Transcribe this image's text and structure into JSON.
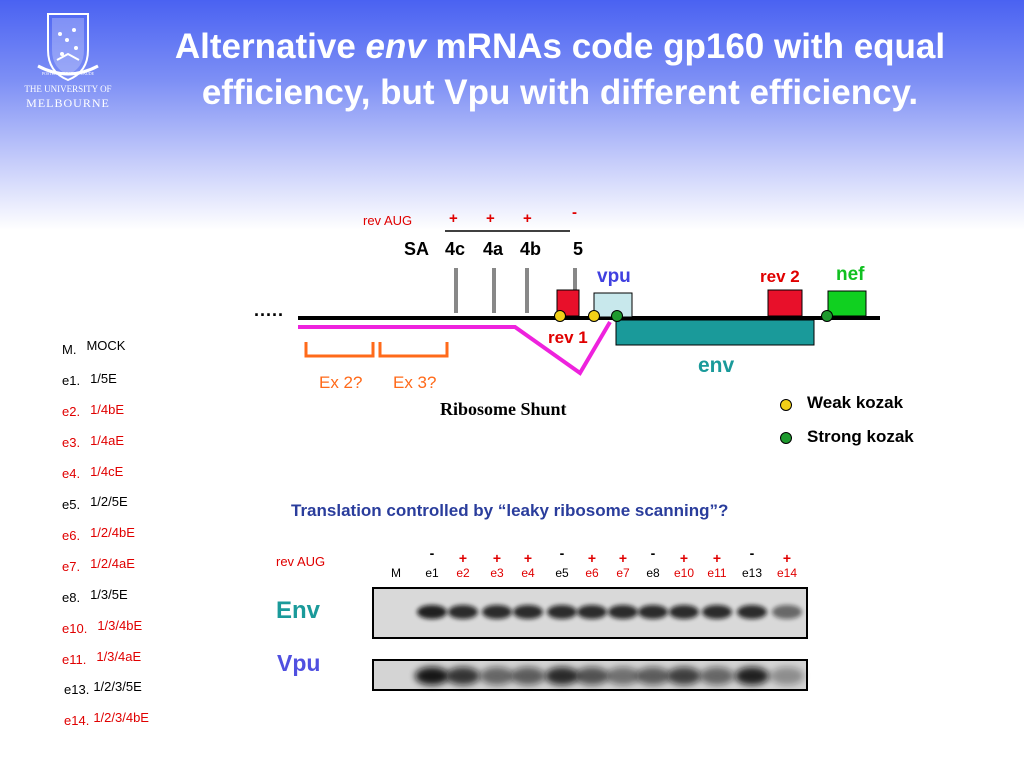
{
  "title": {
    "part1": "Alternative ",
    "part_italic": "env",
    "part2": " mRNAs code gp160 with equal",
    "line2": "efficiency, but Vpu with different efficiency."
  },
  "logo": {
    "line1": "THE UNIVERSITY OF",
    "line2": "MELBOURNE",
    "motto": "POSTERA CRESCAM LAUDE"
  },
  "diagram": {
    "rev_aug_label": "rev AUG",
    "rev_aug_signs": [
      "+",
      "+",
      "+",
      "-"
    ],
    "splice_sites": [
      "SA",
      "4c",
      "4a",
      "4b",
      "5"
    ],
    "dots": ".....",
    "vpu": "vpu",
    "rev2": "rev 2",
    "nef": "nef",
    "rev1": "rev 1",
    "env": "env",
    "ex2": "Ex 2?",
    "ex3": "Ex 3?",
    "ribosome_shunt": "Ribosome Shunt",
    "legend_weak": "Weak kozak",
    "legend_strong": "Strong kozak",
    "colors": {
      "weak_kozak": "#f2d017",
      "strong_kozak": "#1e9a2e",
      "env_box": "#1a9a9a",
      "vpu_box": "#c8e8ec",
      "rev_box": "#e8102a",
      "nef_box": "#10d020",
      "splice_line": "#ee22dd",
      "exon_bracket": "#ff6a1a"
    }
  },
  "samples": [
    {
      "id": "M.",
      "desc": "MOCK",
      "color": "black"
    },
    {
      "id": "e1.",
      "desc": "1/5E",
      "color": "black"
    },
    {
      "id": "e2.",
      "desc": "1/4bE",
      "color": "red"
    },
    {
      "id": "e3.",
      "desc": "1/4aE",
      "color": "red"
    },
    {
      "id": "e4.",
      "desc": "1/4cE",
      "color": "red"
    },
    {
      "id": "e5.",
      "desc": "1/2/5E",
      "color": "black"
    },
    {
      "id": "e6.",
      "desc": "1/2/4bE",
      "color": "red"
    },
    {
      "id": "e7.",
      "desc": "1/2/4aE",
      "color": "red"
    },
    {
      "id": "e8.",
      "desc": "1/3/5E",
      "color": "black"
    },
    {
      "id": "e10.",
      "desc": "1/3/4bE",
      "color": "red"
    },
    {
      "id": "e11.",
      "desc": "1/3/4aE",
      "color": "red"
    },
    {
      "id": "e13.",
      "desc": "1/2/3/5E",
      "color": "black"
    },
    {
      "id": "e14.",
      "desc": "1/2/3/4bE",
      "color": "red"
    }
  ],
  "gel": {
    "question": "Translation controlled by “leaky ribosome scanning”?",
    "rev_aug_label": "rev AUG",
    "lanes": [
      {
        "label": "M",
        "sign": "",
        "color": "black"
      },
      {
        "label": "e1",
        "sign": "-",
        "color": "black"
      },
      {
        "label": "e2",
        "sign": "+",
        "color": "red"
      },
      {
        "label": "e3",
        "sign": "+",
        "color": "red"
      },
      {
        "label": "e4",
        "sign": "+",
        "color": "red"
      },
      {
        "label": "e5",
        "sign": "-",
        "color": "black"
      },
      {
        "label": "e6",
        "sign": "+",
        "color": "red"
      },
      {
        "label": "e7",
        "sign": "+",
        "color": "red"
      },
      {
        "label": "e8",
        "sign": "-",
        "color": "black"
      },
      {
        "label": "e10",
        "sign": "+",
        "color": "red"
      },
      {
        "label": "e11",
        "sign": "+",
        "color": "red"
      },
      {
        "label": "e13",
        "sign": "-",
        "color": "black"
      },
      {
        "label": "e14",
        "sign": "+",
        "color": "red"
      }
    ],
    "env_label": "Env",
    "vpu_label": "Vpu",
    "env_band_intensity": [
      0.0,
      0.9,
      0.85,
      0.85,
      0.85,
      0.85,
      0.85,
      0.85,
      0.85,
      0.85,
      0.85,
      0.85,
      0.55
    ],
    "vpu_band_intensity": [
      0.0,
      0.95,
      0.8,
      0.55,
      0.6,
      0.85,
      0.65,
      0.5,
      0.6,
      0.75,
      0.55,
      0.9,
      0.35
    ]
  }
}
